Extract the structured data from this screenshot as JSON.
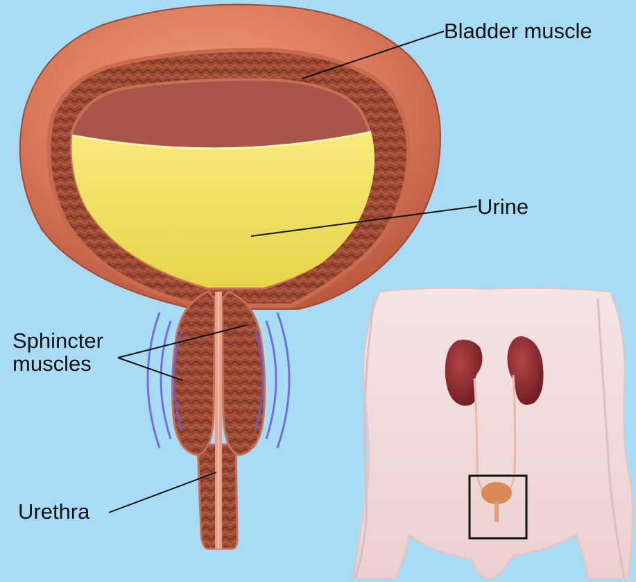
{
  "labels": {
    "bladder_muscle": "Bladder muscle",
    "urine": "Urine",
    "sphincter_line1": "Sphincter",
    "sphincter_line2": "muscles",
    "urethra": "Urethra"
  },
  "colors": {
    "background": "#a8dcf6",
    "bladder_outer": "#d9785a",
    "muscle_wall": "#9c4a34",
    "cavity_wall": "#b45c4a",
    "urine": "#f0df5e",
    "sphincter_waves": "#6a5cd6",
    "body_skin": "#f2dedd",
    "kidney": "#8e2a2e",
    "inset_box": "#111111"
  }
}
